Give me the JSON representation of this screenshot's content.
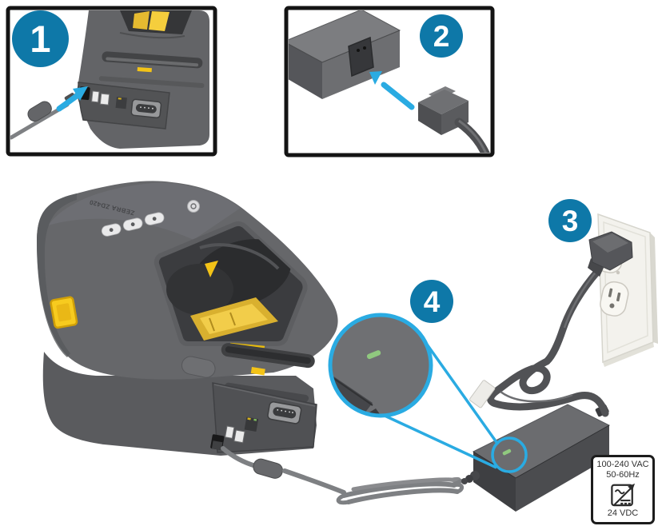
{
  "diagram_title": "printer-power-connection-setup-illustration",
  "steps": [
    {
      "number": "1"
    },
    {
      "number": "2"
    },
    {
      "number": "3"
    },
    {
      "number": "4"
    }
  ],
  "printer": {
    "model_label": "ZEBRA ZD420"
  },
  "power_label": {
    "line1": "100-240 VAC",
    "line2": "50-60Hz",
    "output": "24 VDC"
  },
  "icons": {
    "step1_arrow": "insert-arrow-icon",
    "step2_arrow": "insert-arrow-icon",
    "magnifier": "magnifier-circle-icon",
    "power_conversion": "ac-to-dc-converter-icon",
    "power_led": "green-led-indicator"
  },
  "colors": {
    "badge_blue": "#0e78a8",
    "callout_blue": "#2aabe2",
    "printer_gray": "#636466",
    "dark_gray": "#4b4c4f",
    "accent_yellow": "#f3c317",
    "led_green": "#90c97f",
    "outline_black": "#141414"
  }
}
